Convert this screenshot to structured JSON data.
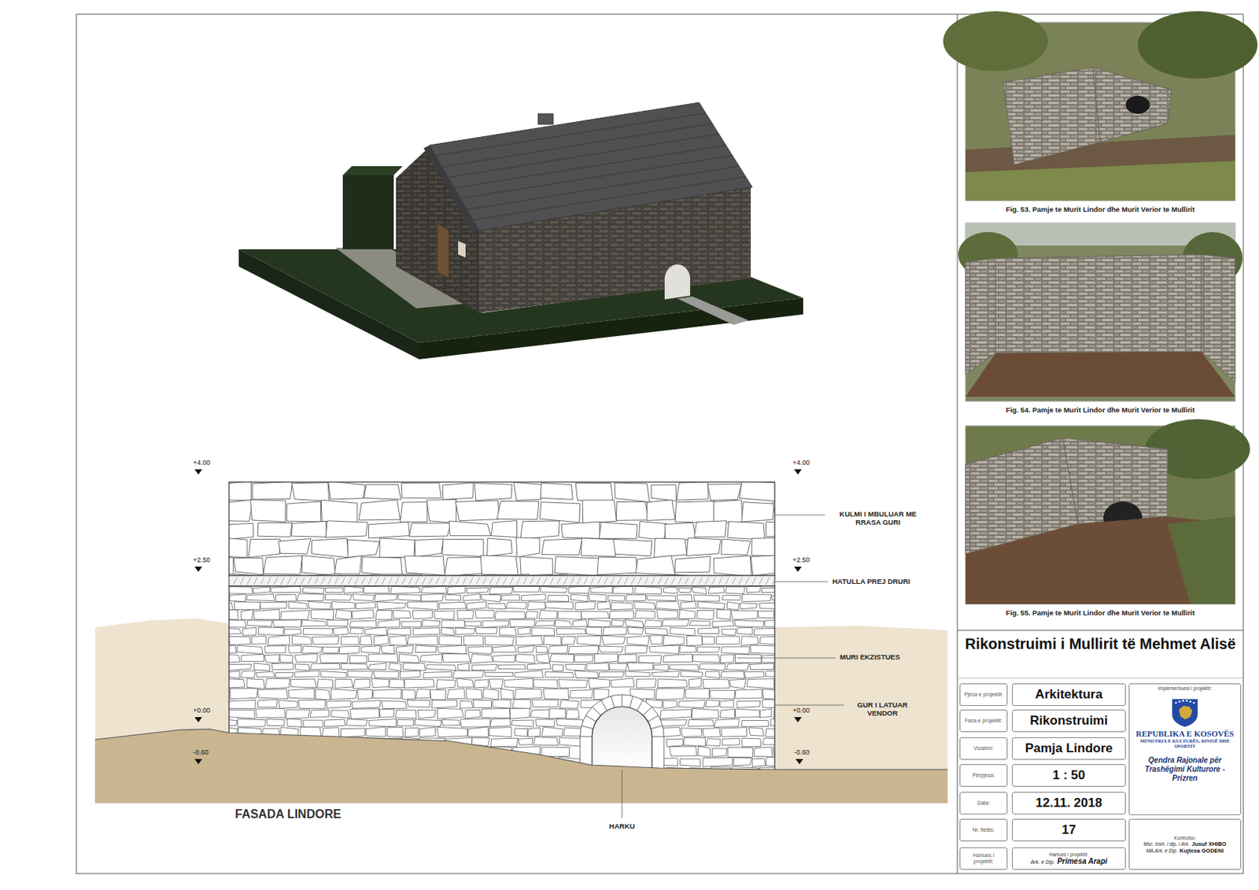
{
  "diagram": {
    "title": "Rikonstruimi i Mullirit të Mehmet Alisë",
    "nodes": [
      {
        "text": [
          "Pjesa e projektit:"
        ]
      },
      {
        "text": [
          "Arkitektura"
        ]
      },
      {
        "text": [
          "Faza e projektit:"
        ]
      },
      {
        "text": [
          "Rikonstruimi"
        ]
      },
      {
        "text": [
          "Vizatimi:"
        ]
      },
      {
        "text": [
          "Pamja Lindore"
        ]
      },
      {
        "text": [
          "Përpjesa:"
        ]
      },
      {
        "text": [
          "1 : 50"
        ]
      },
      {
        "text": [
          "Data:"
        ]
      },
      {
        "text": [
          "12.11. 2018"
        ]
      },
      {
        "text": [
          "Nr. fletës:"
        ]
      },
      {
        "text": [
          "17"
        ]
      },
      {
        "text": [
          "Hartues i projektit:"
        ]
      },
      {
        "text": [
          "Hartues i projektit:",
          "Ark. e Dip.",
          "Primesa Arapi"
        ]
      },
      {
        "text": [
          "Implementuesi i projektit:",
          "REPUBLIKA E KOSOVËS",
          "MINISTRIA E KULTURËS, RINISË DHE SPORTIT",
          "Qendra Rajonale për Trashëgimi Kulturore - Prizren"
        ]
      },
      {
        "text": [
          "Kontrolloi:",
          "Msc. Inxh. i dip. i Ark.",
          "Jusuf XHIBO",
          "MA.Ark. e Dip.",
          "Kujtesa GODENI"
        ]
      }
    ],
    "labels": [
      "+4.00",
      "+4.00",
      "+2.50",
      "+2.50",
      "+0.00",
      "+0.00",
      "-0.60",
      "-0.60",
      "KULMI I MBULUAR ME RRASA GURI",
      "HATULLA PREJ DRURI",
      "MURI EKZISTUES",
      "GUR I LATUAR VENDOR",
      "HARKU",
      "FASADA LINDORE",
      "Fig. 53. Pamje te Murit Lindor dhe Murit Verior te Mullirit",
      "Fig. 54. Pamje te Murit Lindor dhe Murit Verior te Mullirit",
      "Fig. 55. Pamje te Murit Lindor dhe Murit Verior te Mullirit"
    ]
  }
}
